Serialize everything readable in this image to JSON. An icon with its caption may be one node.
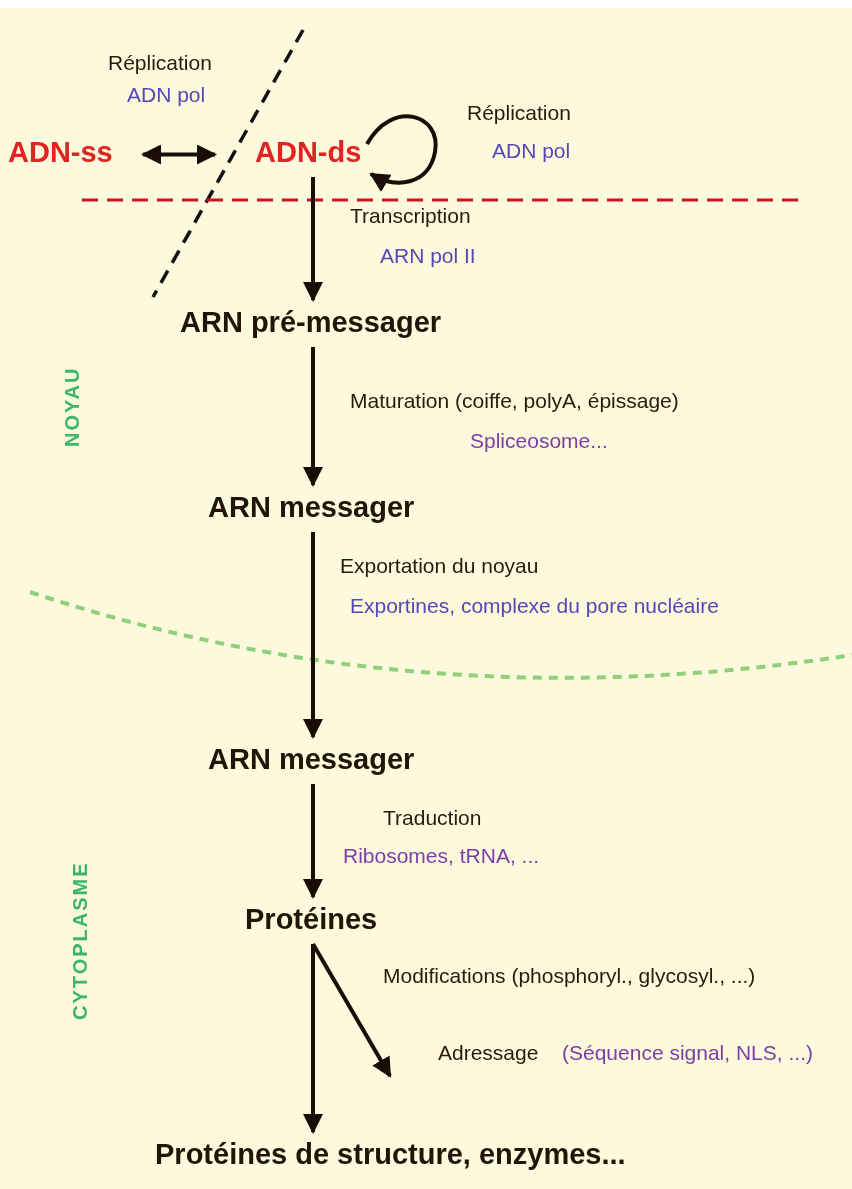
{
  "diagram": {
    "nodes": [
      {
        "text": [
          "ADN-ss"
        ]
      },
      {
        "text": [
          "ADN-ds"
        ]
      },
      {
        "text": [
          "ARN pré-messager"
        ]
      },
      {
        "text": [
          "ARN messager"
        ]
      },
      {
        "text": [
          "ARN messager"
        ]
      },
      {
        "text": [
          "Protéines"
        ]
      },
      {
        "text": [
          "Protéines de structure, enzymes..."
        ]
      }
    ],
    "edges": [
      {
        "from": 0,
        "to": 1,
        "arrow": "both",
        "label": "Réplication"
      },
      {
        "from": 1,
        "to": 1,
        "arrow": "to",
        "label": "Réplication"
      },
      {
        "from": 1,
        "to": 2,
        "arrow": "to",
        "label": "Transcription"
      },
      {
        "from": 2,
        "to": 3,
        "arrow": "to",
        "label": "Maturation (coiffe, polyA, épissage)"
      },
      {
        "from": 3,
        "to": 4,
        "arrow": "to",
        "label": "Exportation du noyau"
      },
      {
        "from": 4,
        "to": 5,
        "arrow": "to",
        "label": "Traduction"
      },
      {
        "from": 5,
        "to": 6,
        "arrow": "to"
      },
      {
        "from": 5,
        "to": null,
        "arrow": "to"
      }
    ],
    "labels": [
      "ADN pol",
      "ADN pol",
      "ARN pol II",
      "Spliceosome...",
      "Exportines, complexe du pore nucléaire",
      "Ribosomes, tRNA, ...",
      "Modifications (phosphoryl., glycosyl., ...)",
      "Adressage",
      "(Séquence signal, NLS, ...)",
      "NOYAU",
      "CYTOPLASME"
    ]
  }
}
